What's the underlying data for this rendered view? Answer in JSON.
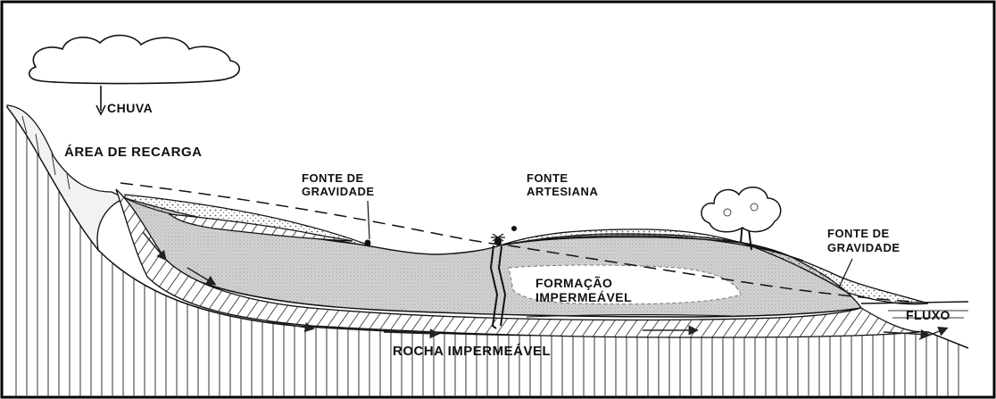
{
  "diagram": {
    "labels": {
      "rain": "CHUVA",
      "recharge_area": "ÁREA DE RECARGA",
      "gravity_spring_left_line1": "FONTE DE",
      "gravity_spring_left_line2": "GRAVIDADE",
      "artesian_spring_line1": "FONTE",
      "artesian_spring_line2": "ARTESIANA",
      "gravity_spring_right_line1": "FONTE DE",
      "gravity_spring_right_line2": "GRAVIDADE",
      "impermeable_formation_line1": "FORMAÇÃO",
      "impermeable_formation_line2": "IMPERMEÁVEL",
      "flow": "FLUXO",
      "impermeable_rock": "ROCHA IMPERMEÁVEL"
    },
    "icons": [
      "cloud-icon",
      "rain-arrow-icon",
      "tree-icon"
    ],
    "colors": {
      "ink": "#111111",
      "background": "#ffffff",
      "stipple": "#c9c9c9"
    }
  }
}
